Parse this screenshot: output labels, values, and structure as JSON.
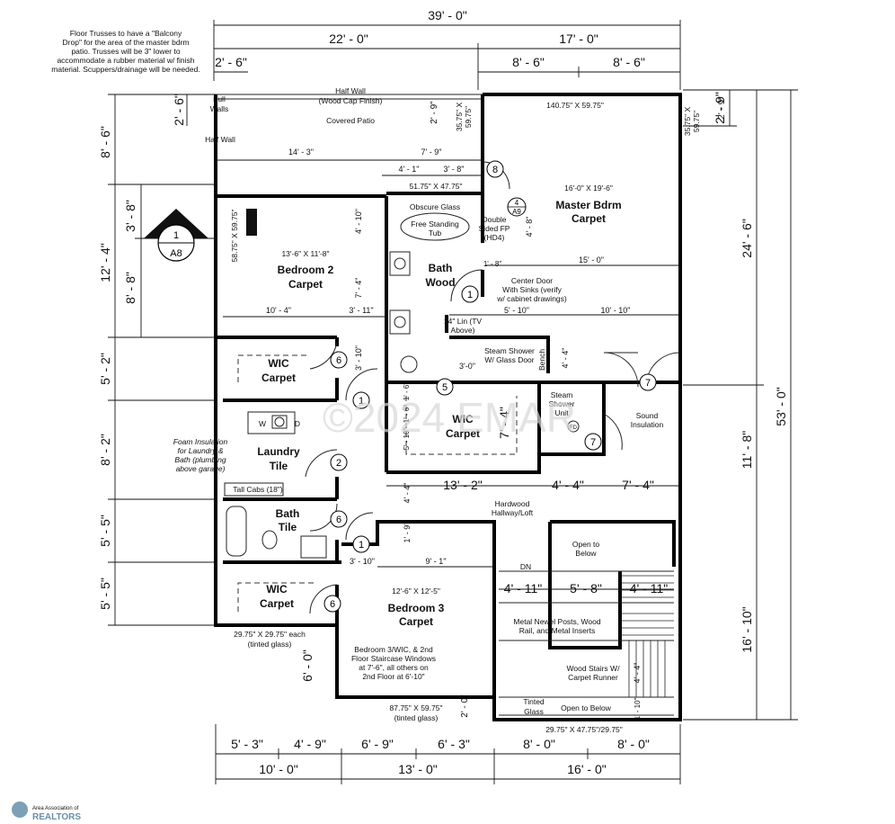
{
  "notes": {
    "trusses": [
      "Floor Trusses to have a \"Balcony",
      "Drop\" for the area of the master bdrm",
      "patio. Trusses will be 3\" lower to",
      "accommodate a rubber material w/ finish",
      "material. Scuppers/drainage will be needed."
    ],
    "foam": [
      "Foam Insulation",
      "for Laundry &",
      "Bath (plumbing",
      "above garage)"
    ],
    "windows_note": [
      "Bedroom 3/WIC, & 2nd",
      "Floor Staircase Windows",
      "at 7'-6\", all others on",
      "2nd Floor at 6'-10\""
    ]
  },
  "dims_top": {
    "overall": "39' - 0\"",
    "left": "22' - 0\"",
    "right": "17' - 0\"",
    "a": "2' - 6\"",
    "b": "8' - 6\"",
    "c": "8' - 6\""
  },
  "dims_bottom": {
    "d1": "5' - 3\"",
    "d2": "4' - 9\"",
    "d3": "6' - 9\"",
    "d4": "6' - 3\"",
    "d5": "8' - 0\"",
    "d6": "8' - 0\"",
    "e1": "10' - 0\"",
    "e2": "13' - 0\"",
    "e3": "16' - 0\""
  },
  "dims_left": {
    "l1": "2' - 6\"",
    "l2": "8' - 6\"",
    "l3": "3' - 8\"",
    "l4": "12' - 4\"",
    "l5": "8' - 8\"",
    "l6": "5' - 2\"",
    "l7": "8' - 2\"",
    "l8": "5' - 5\"",
    "l9": "5' - 5\""
  },
  "dims_right": {
    "r1": "2' - 9\"",
    "r2": "24' - 6\"",
    "r3": "53' - 0\"",
    "r4": "11' - 8\"",
    "r5": "16' - 10\""
  },
  "interior_dims": {
    "patio_w": "14' - 3\"",
    "i1": "7' - 9\"",
    "i2": "4' - 1\"",
    "i3": "3' - 8\"",
    "i4": "10' - 4\"",
    "i5": "3' - 11\"",
    "i6": "4' - 10\"",
    "i7": "7' - 4\"",
    "i8": "3' - 10\"",
    "i9": "15' - 0\"",
    "i10": "5' - 10\"",
    "i11": "10' - 10\"",
    "i12": "1' - 8\"",
    "i13": "4' - 8\"",
    "i14": "4' - 4\"",
    "i15": "3'-0\"",
    "i16": "13' - 2\"",
    "i17": "4' - 4\"",
    "i18": "7' - 4\"",
    "i19": "7' - 4\"",
    "i20": "4' - 4\"",
    "i21": "1' - 9\"",
    "i22": "9' - 1\"",
    "i23": "3' - 10\"",
    "i24": "4' - 11\"",
    "i25": "5' - 8\"",
    "i26": "4' - 11\"",
    "i27": "6' - 0\"",
    "i28": "2' - 0\"",
    "i29": "4' - 4\"",
    "i30": "1' - 10\"",
    "i31": "2' - 9\"",
    "i32": "2' - 9\"",
    "i33": "1' - 6\"",
    "i34": "5' - 10\"",
    "i35": "1' - 6\""
  },
  "windows": {
    "w_master": "140.75\" X 59.75\"",
    "w_patio_l": [
      "35.75\" X",
      "59.75\""
    ],
    "w_patio_r": [
      "35.75\" X",
      "59.75\""
    ],
    "w_bath": "51.75\" X 47.75\"",
    "w_bed2": "58.75\" X 59.75\"",
    "w_wic": [
      "29.75\" X 29.75\" each",
      "(tinted glass)"
    ],
    "w_bed3": [
      "87.75\" X 59.75\"",
      "(tinted glass)"
    ],
    "w_stair": "29.75\" X 47.75\"/29.75\"",
    "tinted": [
      "Tinted",
      "Glass"
    ]
  },
  "rooms": {
    "patio": "Covered Patio",
    "half_wall": [
      "Half Wall",
      "(Wood Cap Finish)"
    ],
    "full_walls": [
      "Full",
      "Walls"
    ],
    "half_wall2": "Half Wall",
    "bed2": {
      "size": "13'-6\" X 11'-8\"",
      "name": "Bedroom 2",
      "floor": "Carpet"
    },
    "master": {
      "size": "16'-0\" X 19'-6\"",
      "name": "Master Bdrm",
      "floor": "Carpet"
    },
    "bath_main": {
      "name": "Bath",
      "floor": "Wood"
    },
    "obscure": "Obscure Glass",
    "tub": [
      "Free Standing",
      "Tub"
    ],
    "fp": [
      "Double",
      "Sided FP",
      "(HD4)"
    ],
    "center_door": [
      "Center Door",
      "With Sinks (verify",
      "w/ cabinet drawings)"
    ],
    "lin": [
      "14\" Lin (TV",
      "Above)"
    ],
    "steam_shower": [
      "Steam Shower",
      "W/ Glass Door"
    ],
    "bench": "Bench",
    "steam_unit": [
      "Steam",
      "Shower",
      "Unit"
    ],
    "sound": [
      "Sound",
      "Insulation"
    ],
    "wic1": {
      "name": "WIC",
      "floor": "Carpet"
    },
    "wic_master": {
      "name": "WIC",
      "floor": "Carpet"
    },
    "laundry": {
      "name": "Laundry",
      "floor": "Tile"
    },
    "wd": [
      "W",
      "D"
    ],
    "tall_cabs": "Tall Cabs (18\")",
    "bath2": {
      "name": "Bath",
      "floor": "Tile"
    },
    "wic2": {
      "name": "WIC",
      "floor": "Carpet"
    },
    "bed3": {
      "size": "12'-6\" X 12'-5\"",
      "name": "Bedroom 3",
      "floor": "Carpet"
    },
    "hallway": [
      "Hardwood",
      "Hallway/Loft"
    ],
    "open_below": [
      "Open to",
      "Below"
    ],
    "dn": "DN",
    "newel": [
      "Metal Newel Posts, Wood",
      "Rail, and Metal Inserts"
    ],
    "stairs": [
      "Wood Stairs W/",
      "Carpet Runner"
    ],
    "open_below2": "Open to Below",
    "fd": "FD"
  },
  "section": {
    "num": "1",
    "sheet": "A8"
  },
  "door_tags": [
    "8",
    "4",
    "A9",
    "1",
    "6",
    "1",
    "5",
    "7",
    "7",
    "2",
    "6",
    "1",
    "6"
  ],
  "watermark": "©2024 EMAR",
  "logo": [
    "Area Association of",
    "REALTORS"
  ]
}
